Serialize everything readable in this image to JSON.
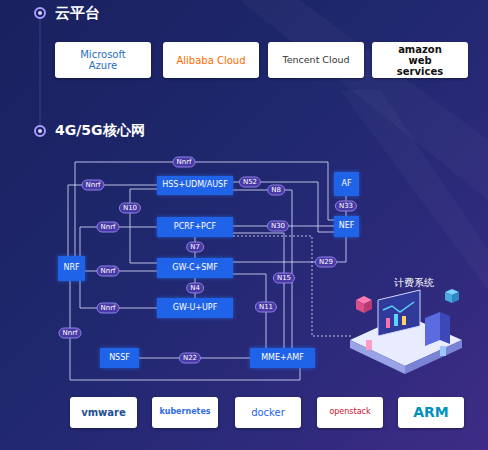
{
  "diagram": {
    "nodes": [
      {
        "text": [
          "Microsoft Azure"
        ]
      },
      {
        "text": [
          "Alibaba Cloud"
        ]
      },
      {
        "text": [
          "Tencent Cloud"
        ]
      },
      {
        "text": [
          "amazon web services"
        ]
      },
      {
        "text": [
          "HSS+UDM/AUSF"
        ]
      },
      {
        "text": [
          "AF"
        ]
      },
      {
        "text": [
          "PCRF+PCF"
        ]
      },
      {
        "text": [
          "NEF"
        ]
      },
      {
        "text": [
          "NRF"
        ]
      },
      {
        "text": [
          "GW-C+SMF"
        ]
      },
      {
        "text": [
          "GW-U+UPF"
        ]
      },
      {
        "text": [
          "NSSF"
        ]
      },
      {
        "text": [
          "MME+AMF"
        ]
      },
      {
        "text": [
          "vmware"
        ]
      },
      {
        "text": [
          "kubernetes"
        ]
      },
      {
        "text": [
          "docker"
        ]
      },
      {
        "text": [
          "openstack"
        ]
      },
      {
        "text": [
          "ARM"
        ]
      }
    ],
    "edges": [
      {
        "from": 8,
        "to": 7,
        "label": "Nnrf",
        "arrow": "none"
      },
      {
        "from": 8,
        "to": 4,
        "label": "Nnrf",
        "arrow": "none"
      },
      {
        "from": 8,
        "to": 6,
        "label": "Nnrf",
        "arrow": "none"
      },
      {
        "from": 8,
        "to": 9,
        "label": "Nnrf",
        "arrow": "none"
      },
      {
        "from": 8,
        "to": 10,
        "label": "Nnrf",
        "arrow": "none"
      },
      {
        "from": 8,
        "to": 12,
        "label": "Nnrf",
        "arrow": "none"
      },
      {
        "from": 4,
        "to": 7,
        "label": "N52",
        "arrow": "none"
      },
      {
        "from": 4,
        "to": 12,
        "label": "N8",
        "arrow": "none"
      },
      {
        "from": 4,
        "to": 9,
        "label": "N10",
        "arrow": "none"
      },
      {
        "from": 6,
        "to": 9,
        "label": "N7",
        "arrow": "none"
      },
      {
        "from": 6,
        "to": 7,
        "label": "N30",
        "arrow": "none"
      },
      {
        "from": 6,
        "to": 12,
        "label": "N15",
        "arrow": "none"
      },
      {
        "from": 9,
        "to": 10,
        "label": "N4",
        "arrow": "none"
      },
      {
        "from": 9,
        "to": 7,
        "label": "N29",
        "arrow": "none"
      },
      {
        "from": 9,
        "to": 12,
        "label": "N11",
        "arrow": "none"
      },
      {
        "from": 5,
        "to": 7,
        "label": "N33",
        "arrow": "none"
      },
      {
        "from": 11,
        "to": 12,
        "label": "N22",
        "arrow": "none"
      }
    ],
    "labels": [
      "云平台",
      "4G/5G核心网",
      "计费系统"
    ]
  }
}
